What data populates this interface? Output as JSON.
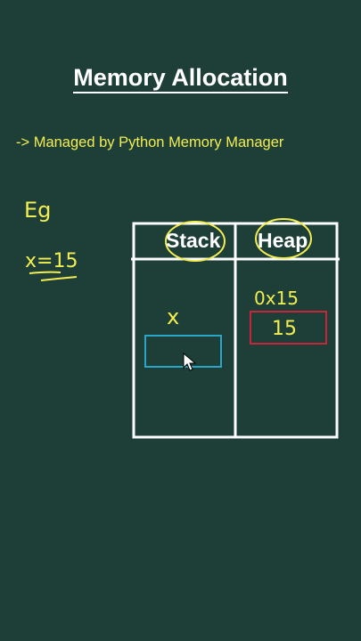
{
  "slide": {
    "title": "Memory Allocation",
    "subtitle": "-> Managed by Python Memory Manager"
  },
  "notes": {
    "example_mark": "Eg",
    "assignment": "x=15"
  },
  "table": {
    "stack_label": "Stack",
    "heap_label": "Heap",
    "stack_var": "x",
    "heap_address": "0x15",
    "heap_value": "15"
  },
  "colors": {
    "background": "#1e3e38",
    "title": "#ffffff",
    "subtitle": "#f2ee52",
    "handwriting": "#f2ee52",
    "stack_box": "#2aa6c8",
    "heap_box": "#c8243c"
  }
}
